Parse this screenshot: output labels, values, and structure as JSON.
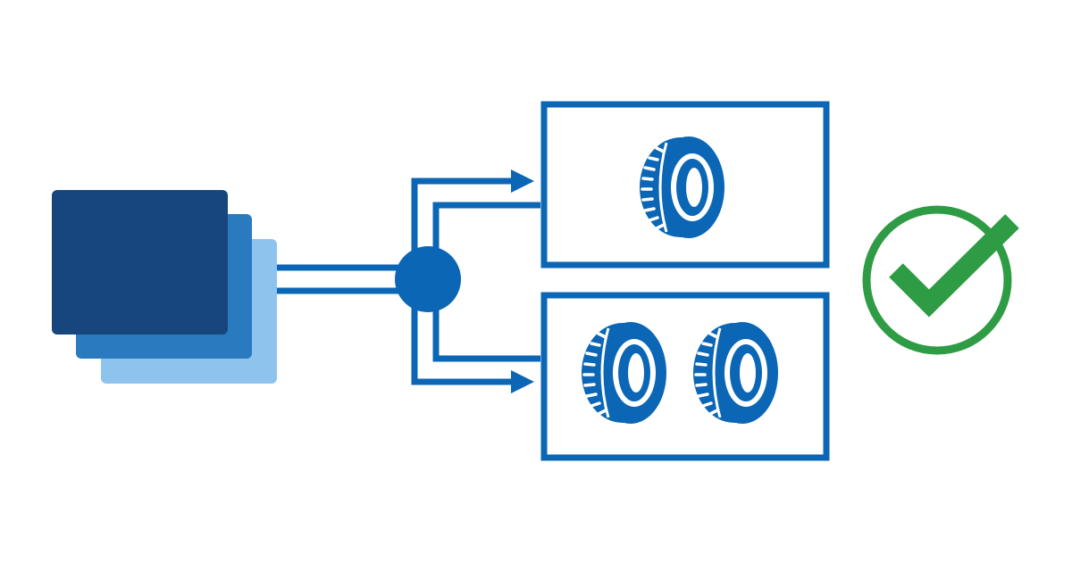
{
  "colors": {
    "background": "#ffffff",
    "stack_front": "#17467f",
    "stack_middle": "#2a7ac0",
    "stack_back": "#8dc3ec",
    "connector": "#0b66b5",
    "tire": "#0b66b5",
    "check": "#2e9b45"
  },
  "nodes": [
    {
      "id": "source-stack",
      "icon": "stacked-layers-icon"
    },
    {
      "id": "junction",
      "icon": "junction-dot"
    },
    {
      "id": "option-single-tire",
      "icon": "tire-icon",
      "tire_count": 1
    },
    {
      "id": "option-double-tire",
      "icon": "tire-icon",
      "tire_count": 2
    },
    {
      "id": "approved",
      "icon": "check-circle-icon"
    }
  ],
  "edges": [
    {
      "from": "source-stack",
      "to": "junction"
    },
    {
      "from": "junction",
      "to": "option-single-tire"
    },
    {
      "from": "junction",
      "to": "option-double-tire"
    }
  ]
}
